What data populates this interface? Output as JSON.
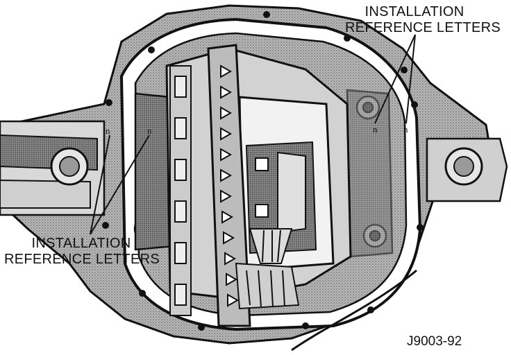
{
  "labels": {
    "top_right": [
      "INSTALLATION",
      "REFERENCE LETTERS"
    ],
    "bottom_left": [
      "INSTALLATION",
      "REFERENCE LETTERS"
    ]
  },
  "figure_code": "J9003-92",
  "reference_marks": [
    "n",
    "n",
    "n",
    "n"
  ],
  "colors": {
    "ink": "#111111",
    "shade": "#9a9a9a",
    "background": "#ffffff"
  }
}
